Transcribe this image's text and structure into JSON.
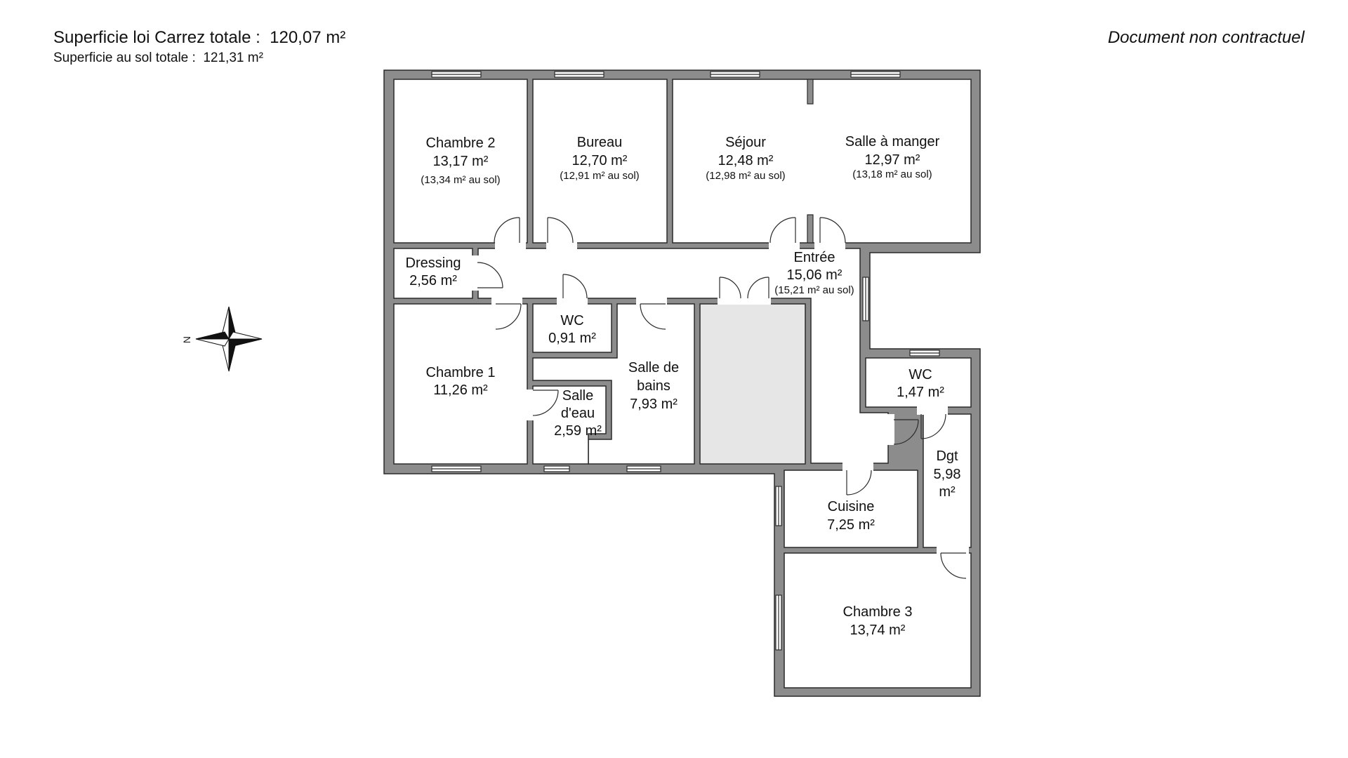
{
  "header": {
    "carrez_label": "Superficie loi Carrez totale :",
    "carrez_value": "120,07 m²",
    "sol_label": "Superficie au sol totale :",
    "sol_value": "121,31 m²",
    "disclaimer": "Document non contractuel"
  },
  "compass": {
    "north_label": "N"
  },
  "rooms": [
    {
      "id": "chambre-2",
      "name": "Chambre 2",
      "area": "13,17 m²",
      "sol": "(13,34 m² au sol)"
    },
    {
      "id": "bureau",
      "name": "Bureau",
      "area": "12,70 m²",
      "sol": "(12,91 m² au sol)"
    },
    {
      "id": "sejour",
      "name": "Séjour",
      "area": "12,48 m²",
      "sol": "(12,98 m² au sol)"
    },
    {
      "id": "salle-a-manger",
      "name": "Salle à manger",
      "area": "12,97 m²",
      "sol": "(13,18 m² au sol)"
    },
    {
      "id": "dressing",
      "name": "Dressing",
      "area": "2,56 m²"
    },
    {
      "id": "entree",
      "name": "Entrée",
      "area": "15,06 m²",
      "sol": "(15,21 m² au sol)"
    },
    {
      "id": "wc-1",
      "name": "WC",
      "area": "0,91 m²"
    },
    {
      "id": "chambre-1",
      "name": "Chambre 1",
      "area": "11,26 m²"
    },
    {
      "id": "salle-de-bains",
      "name_line1": "Salle de",
      "name_line2": "bains",
      "area": "7,93 m²"
    },
    {
      "id": "salle-d-eau",
      "name_line1": "Salle",
      "name_line2": "d'eau",
      "area": "2,59 m²"
    },
    {
      "id": "wc-2",
      "name": "WC",
      "area": "1,47 m²"
    },
    {
      "id": "dgt",
      "name": "Dgt",
      "area_line1": "5,98",
      "area_line2": "m²"
    },
    {
      "id": "cuisine",
      "name": "Cuisine",
      "area": "7,25 m²"
    },
    {
      "id": "chambre-3",
      "name": "Chambre 3",
      "area": "13,74 m²"
    }
  ],
  "colors": {
    "wall": "#8c8c8c",
    "wall_stroke": "#2a2a2a",
    "floor": "#ffffff",
    "shaft": "#e6e6e6"
  }
}
